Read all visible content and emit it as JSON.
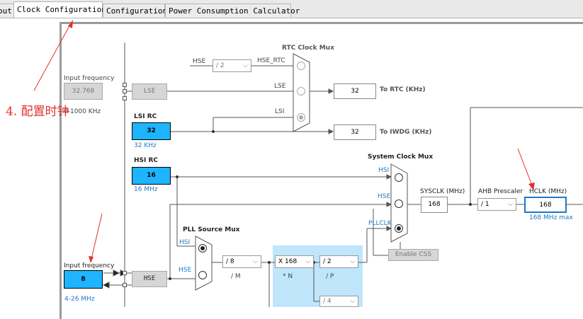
{
  "tabs": [
    {
      "label": "out"
    },
    {
      "label": "Clock Configuration"
    },
    {
      "label": "Configuration"
    },
    {
      "label": "Power Consumption Calculator"
    }
  ],
  "annotation": {
    "text": "4. 配置时钟",
    "color": "#e53030"
  },
  "lse": {
    "input_label": "Input frequency",
    "value": "32.768",
    "range": "0-1000 KHz",
    "block": "LSE"
  },
  "lsi": {
    "title": "LSI RC",
    "value": "32",
    "unit": "32 KHz"
  },
  "hsi": {
    "title": "HSI RC",
    "value": "16",
    "unit": "16 MHz"
  },
  "hse": {
    "input_label": "Input frequency",
    "value": "8",
    "range": "4-26 MHz",
    "block": "HSE"
  },
  "rtc_mux": {
    "title": "RTC Clock Mux",
    "hse_label": "HSE",
    "div": "/ 2",
    "hse_rtc": "HSE_RTC",
    "lse": "LSE",
    "lsi": "LSI",
    "out_value": "32",
    "out_label": "To RTC (KHz)"
  },
  "iwdg": {
    "value": "32",
    "label": "To IWDG (KHz)"
  },
  "sys_mux": {
    "title": "System Clock Mux",
    "hsi": "HSI",
    "hse": "HSE",
    "pllclk": "PLLCLK",
    "enable_css": "Enable CSS"
  },
  "pll_mux": {
    "title": "PLL Source Mux",
    "hsi": "HSI",
    "hse": "HSE"
  },
  "pll": {
    "m_value": "/ 8",
    "m_label": "/ M",
    "n_value": "X 168",
    "n_label": "* N",
    "p_value": "/ 2",
    "p_label": "/ P",
    "q_value": "/ 4"
  },
  "sysclk": {
    "label": "SYSCLK (MHz)",
    "value": "168"
  },
  "ahb": {
    "label": "AHB Prescaler",
    "value": "/ 1"
  },
  "hclk": {
    "label": "HCLK (MHz)",
    "value": "168",
    "max": "168 MHz max"
  },
  "colors": {
    "accent": "#1eb4ff",
    "annotation": "#e53030",
    "pll_bg": "#bfe6fb"
  }
}
